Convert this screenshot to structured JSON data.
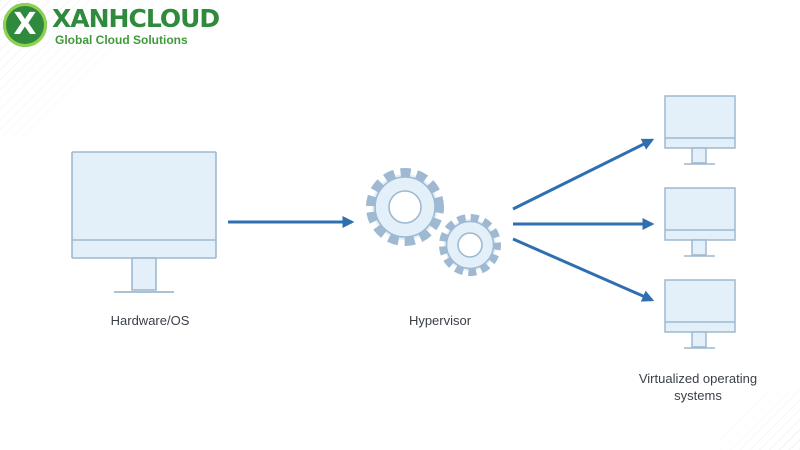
{
  "logo": {
    "mark": "X",
    "name": "XANHCLOUD",
    "tagline": "Global Cloud Solutions"
  },
  "diagram": {
    "hardware_label": "Hardware/OS",
    "hypervisor_label": "Hypervisor",
    "vm_label_line1": "Virtualized operating",
    "vm_label_line2": "systems"
  },
  "colors": {
    "brand_green": "#2f8a3d",
    "brand_lime": "#8fd14f",
    "arrow_blue": "#2f6fb1",
    "monitor_fill": "#e3f0fa",
    "outline": "#9eb9d1"
  },
  "icons": [
    "monitor-icon",
    "gear-icon",
    "arrow-right-icon"
  ]
}
